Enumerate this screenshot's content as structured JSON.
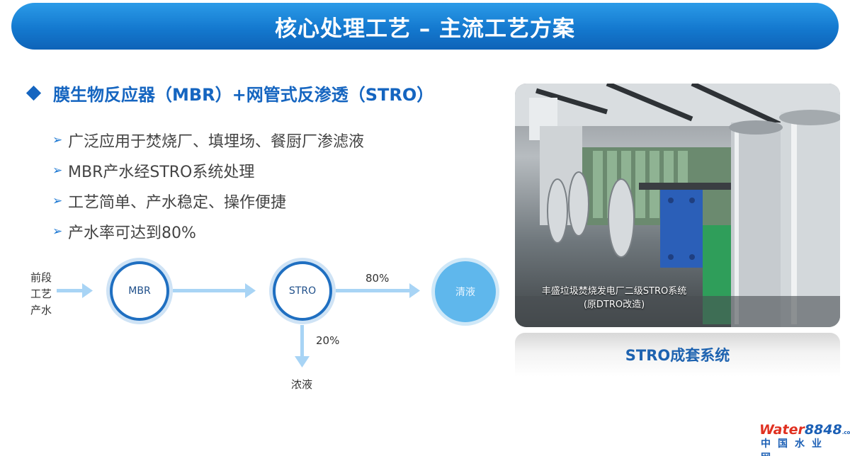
{
  "title": "核心处理工艺 – 主流工艺方案",
  "heading": "膜生物反应器（MBR）+网管式反渗透（STRO）",
  "bullets": [
    "广泛应用于焚烧厂、填埋场、餐厨厂渗滤液",
    "MBR产水经STRO系统处理",
    "工艺简单、产水稳定、操作便捷",
    "产水率可达到80%"
  ],
  "diagram": {
    "source_label": "前段工艺产水",
    "nodes": [
      "MBR",
      "STRO",
      "清液"
    ],
    "main_ratio": "80%",
    "reject_ratio": "20%",
    "reject_label": "浓液",
    "colors": {
      "node_border": "#1f6fc1",
      "arrow": "#a8d4f5",
      "clean_fill": "#5fb7ec"
    }
  },
  "photo": {
    "caption_line1": "丰盛垃圾焚烧发电厂二级STRO系统",
    "caption_line2": "(原DTRO改造)",
    "label": "STRO成套系统"
  },
  "logo": {
    "brand_a": "Water",
    "brand_b": "8848",
    "brand_c": ".com",
    "cn": "中国水业网"
  },
  "colors": {
    "title_bar": "#1479cf",
    "heading": "#1565c0",
    "accent_text": "#1e63b0"
  }
}
